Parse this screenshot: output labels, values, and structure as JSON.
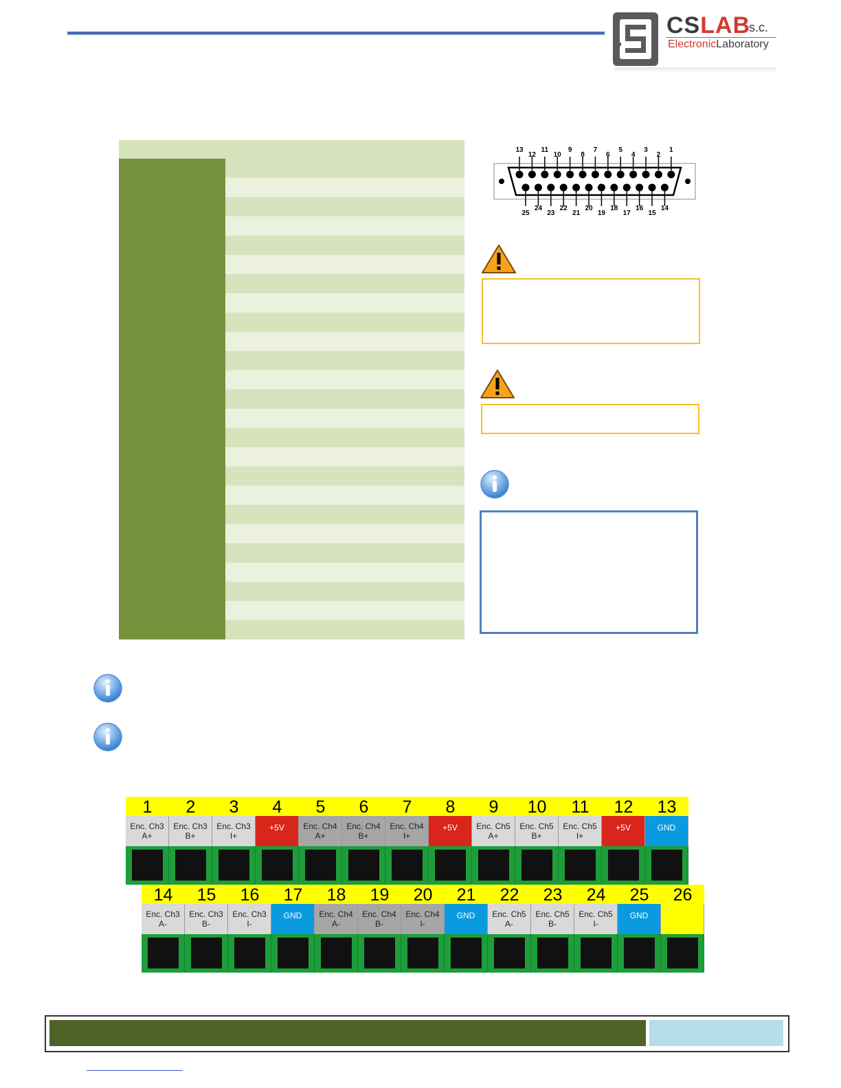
{
  "header": {
    "logo": {
      "brand_cs": "CS",
      "brand_lab": "LAB",
      "brand_suffix": "s.c.",
      "subtitle_a": "Electronic",
      "subtitle_b": "Laboratory"
    }
  },
  "colors": {
    "header_rule": "#4a6fb0",
    "table_dark": "#76923c",
    "table_light": "#d6e3bc",
    "table_lighter": "#ebf1de",
    "warn_border": "#f5c02a",
    "info_border": "#4f81bd",
    "term_yellow": "#ffff00",
    "term_red": "#d9261c",
    "term_blue": "#0a9ae0",
    "term_light": "#d9d9d9",
    "term_grey": "#a6a6a6",
    "term_green": "#1d9e3a",
    "footer_dark": "#4f6228",
    "footer_light": "#b6dde8"
  },
  "connector": {
    "top_pins": [
      "13",
      "12",
      "11",
      "10",
      "9",
      "8",
      "7",
      "6",
      "5",
      "4",
      "3",
      "2",
      "1"
    ],
    "bottom_pins": [
      "25",
      "24",
      "23",
      "22",
      "21",
      "20",
      "19",
      "18",
      "17",
      "16",
      "15",
      "14"
    ]
  },
  "notes": {
    "icons": [
      "warning-icon",
      "warning-icon",
      "info-icon",
      "info-icon",
      "info-icon"
    ]
  },
  "strip_top": [
    {
      "num": "1",
      "l1": "Enc. Ch3",
      "l2": "A+",
      "color": "light"
    },
    {
      "num": "2",
      "l1": "Enc. Ch3",
      "l2": "B+",
      "color": "light"
    },
    {
      "num": "3",
      "l1": "Enc. Ch3",
      "l2": "I+",
      "color": "light"
    },
    {
      "num": "4",
      "l1": "+5V",
      "l2": "",
      "color": "red"
    },
    {
      "num": "5",
      "l1": "Enc. Ch4",
      "l2": "A+",
      "color": "grey"
    },
    {
      "num": "6",
      "l1": "Enc. Ch4",
      "l2": "B+",
      "color": "grey"
    },
    {
      "num": "7",
      "l1": "Enc. Ch4",
      "l2": "I+",
      "color": "grey"
    },
    {
      "num": "8",
      "l1": "+5V",
      "l2": "",
      "color": "red"
    },
    {
      "num": "9",
      "l1": "Enc. Ch5",
      "l2": "A+",
      "color": "light"
    },
    {
      "num": "10",
      "l1": "Enc. Ch5",
      "l2": "B+",
      "color": "light"
    },
    {
      "num": "11",
      "l1": "Enc. Ch5",
      "l2": "I+",
      "color": "light"
    },
    {
      "num": "12",
      "l1": "+5V",
      "l2": "",
      "color": "red"
    },
    {
      "num": "13",
      "l1": "GND",
      "l2": "",
      "color": "blue"
    }
  ],
  "strip_bottom": [
    {
      "num": "14",
      "l1": "Enc. Ch3",
      "l2": "A-",
      "color": "light"
    },
    {
      "num": "15",
      "l1": "Enc. Ch3",
      "l2": "B-",
      "color": "light"
    },
    {
      "num": "16",
      "l1": "Enc. Ch3",
      "l2": "I-",
      "color": "light"
    },
    {
      "num": "17",
      "l1": "GND",
      "l2": "",
      "color": "blue"
    },
    {
      "num": "18",
      "l1": "Enc. Ch4",
      "l2": "A-",
      "color": "grey"
    },
    {
      "num": "19",
      "l1": "Enc. Ch4",
      "l2": "B-",
      "color": "grey"
    },
    {
      "num": "20",
      "l1": "Enc. Ch4",
      "l2": "I-",
      "color": "grey"
    },
    {
      "num": "21",
      "l1": "GND",
      "l2": "",
      "color": "blue"
    },
    {
      "num": "22",
      "l1": "Enc. Ch5",
      "l2": "A-",
      "color": "light"
    },
    {
      "num": "23",
      "l1": "Enc. Ch5",
      "l2": "B-",
      "color": "light"
    },
    {
      "num": "24",
      "l1": "Enc. Ch5",
      "l2": "I-",
      "color": "light"
    },
    {
      "num": "25",
      "l1": "GND",
      "l2": "",
      "color": "blue"
    },
    {
      "num": "26",
      "l1": "",
      "l2": "",
      "color": "yellow"
    }
  ]
}
